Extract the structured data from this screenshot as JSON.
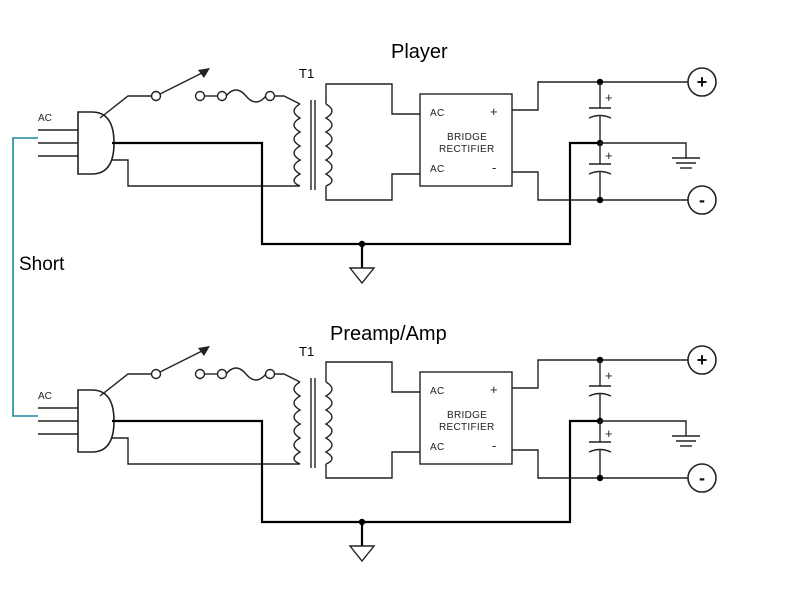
{
  "labels": {
    "short": "Short"
  },
  "colors": {
    "short_wire": "#1a8aa0"
  },
  "circuits": [
    {
      "title": "Player",
      "ac": "AC",
      "transformer": "T1",
      "bridge_line1": "BRIDGE",
      "bridge_line2": "RECTIFIER",
      "bridge_ac_top": "AC",
      "bridge_ac_bottom": "AC",
      "bridge_plus": "+",
      "bridge_minus": "-",
      "cap_top_plus": "+",
      "cap_bottom_plus": "+",
      "out_plus": "+",
      "out_minus": "-"
    },
    {
      "title": "Preamp/Amp",
      "ac": "AC",
      "transformer": "T1",
      "bridge_line1": "BRIDGE",
      "bridge_line2": "RECTIFIER",
      "bridge_ac_top": "AC",
      "bridge_ac_bottom": "AC",
      "bridge_plus": "+",
      "bridge_minus": "-",
      "cap_top_plus": "+",
      "cap_bottom_plus": "+",
      "out_plus": "+",
      "out_minus": "-"
    }
  ]
}
